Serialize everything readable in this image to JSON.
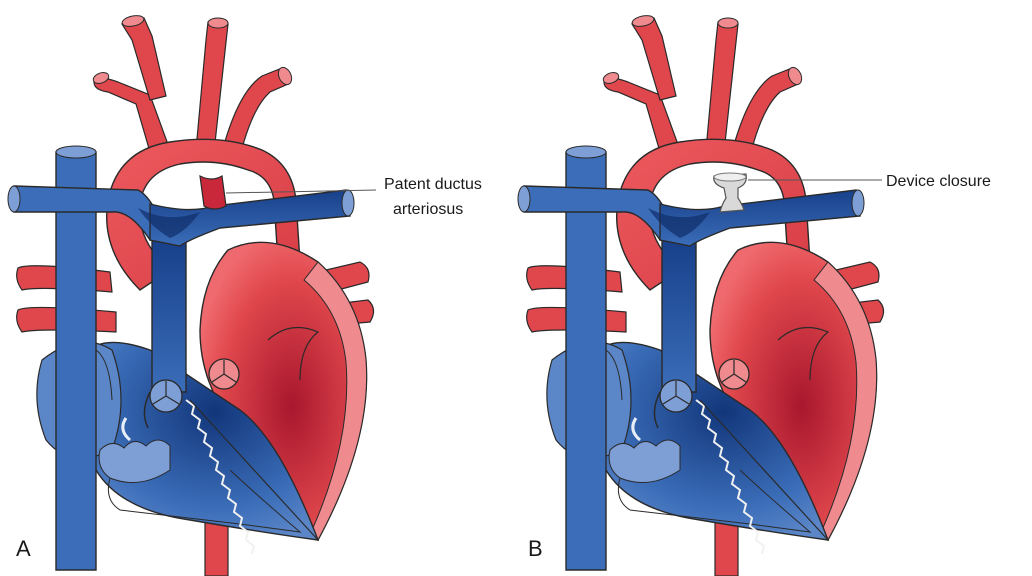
{
  "panels": [
    {
      "letter": "A",
      "callout": [
        "Patent ductus",
        "arteriosus"
      ],
      "shows_device": false
    },
    {
      "letter": "B",
      "callout": [
        "Device closure"
      ],
      "shows_device": true
    }
  ],
  "colors": {
    "artery": "#e0474c",
    "artery_dark": "#a8172e",
    "artery_light": "#ef8a8e",
    "vein": "#3b6db8",
    "vein_dark": "#12367a",
    "vein_light": "#7e9fd6",
    "outline": "#2a2a2a",
    "device": "#d9d9d9"
  }
}
